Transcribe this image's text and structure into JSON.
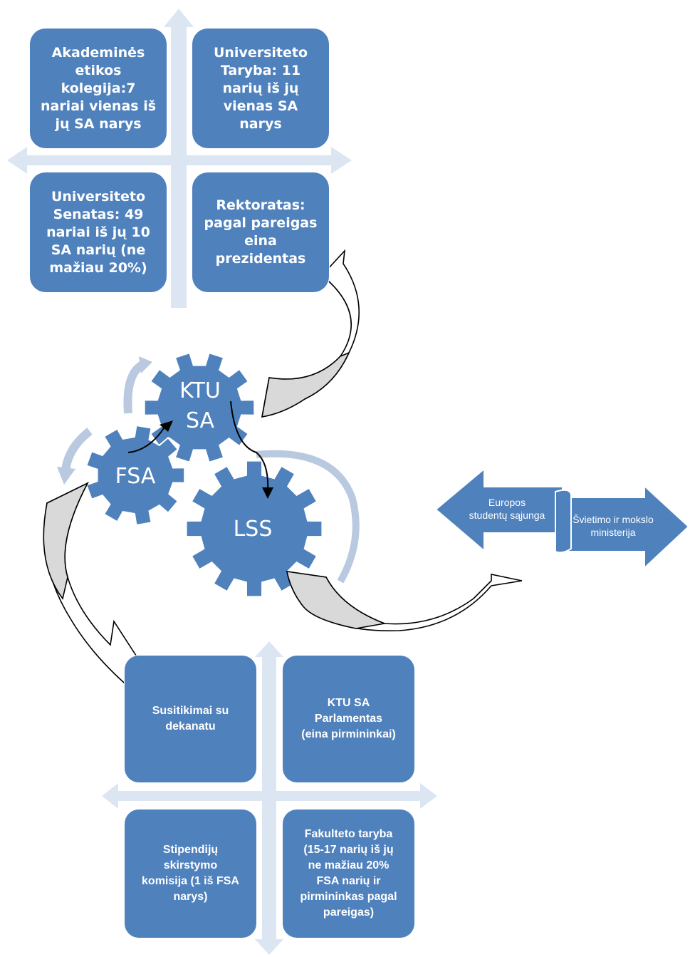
{
  "top_matrix": {
    "boxes": [
      {
        "text": "Akademinės\netikos\nkolegija:7\nnariai vienas iš\njų SA narys"
      },
      {
        "text": "Universiteto\nTaryba: 11\nnarių iš jų\nvienas SA\nnarys"
      },
      {
        "text": "Universiteto\nSenatas: 49\nnariai iš jų 10\nSA narių (ne\nmažiau 20%)"
      },
      {
        "text": "Rektoratas:\npagal pareigas\neina\nprezidentas"
      }
    ]
  },
  "gears": {
    "ktu_sa": "KTU\nSA",
    "fsa": "FSA",
    "lss": "LSS"
  },
  "external": {
    "left_arrow": "Europos\nstudentų sąjunga",
    "right_arrow": "Švietimo ir mokslo\nministerija"
  },
  "bottom_matrix": {
    "boxes": [
      {
        "text": "Susitikimai su\ndekanatu"
      },
      {
        "text": "KTU SA\nParlamentas\n(eina pirmininkai)"
      },
      {
        "text": "Stipendijų\nskirstymo\nkomisija (1 iš FSA\nnarys)"
      },
      {
        "text": "Fakulteto taryba\n(15-17 narių iš jų\nne mažiau 20%\nFSA narių  ir\npirmininkas pagal\npareigas)"
      }
    ]
  },
  "colors": {
    "box_fill": "#4f81bd",
    "axis_fill": "#dce6f2",
    "ring_color": "#b9c9e0",
    "curved_arrow_fill": "#d9d9d9"
  }
}
